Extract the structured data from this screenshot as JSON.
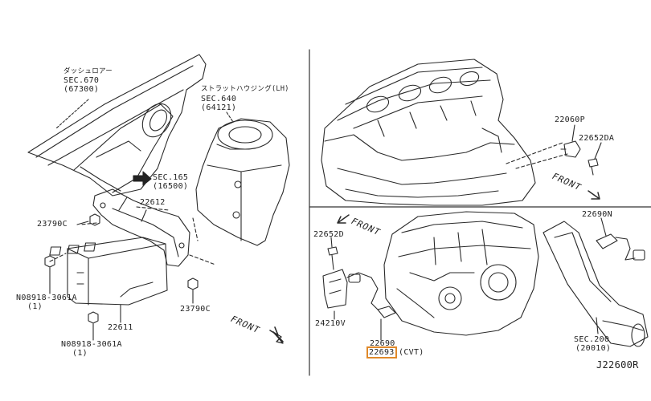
{
  "diagram_id": "J22600R",
  "highlight_color": "#e0892a",
  "left_panel": {
    "dash_lower": {
      "name": "ダッシュロアー",
      "sec": "SEC.670",
      "code": "(67300)"
    },
    "strut_housing": {
      "name": "ストラットハウジング(LH)",
      "sec": "SEC.640",
      "code": "(64121)"
    },
    "sec165": {
      "sec": "SEC.165",
      "code": "(16500)"
    },
    "parts": {
      "p22612": "22612",
      "p23790c_top": "23790C",
      "p23790c_bottom": "23790C",
      "p22611": "22611",
      "bolt1": "N08918-3061A",
      "bolt1_qty": "(1)",
      "bolt2": "N08918-3061A",
      "bolt2_qty": "(1)"
    },
    "front": "FRONT"
  },
  "right_top_panel": {
    "parts": {
      "p22060p": "22060P",
      "p22652da": "22652DA"
    },
    "front": "FRONT"
  },
  "right_bottom_panel": {
    "front": "FRONT",
    "parts": {
      "p22652d": "22652D",
      "p24210v": "24210V",
      "p22690": "22690",
      "p22693": "22693",
      "p22693_note": "(CVT)",
      "p22690n": "22690N"
    },
    "sec200": {
      "sec": "SEC.200",
      "code": "(20010)"
    }
  }
}
